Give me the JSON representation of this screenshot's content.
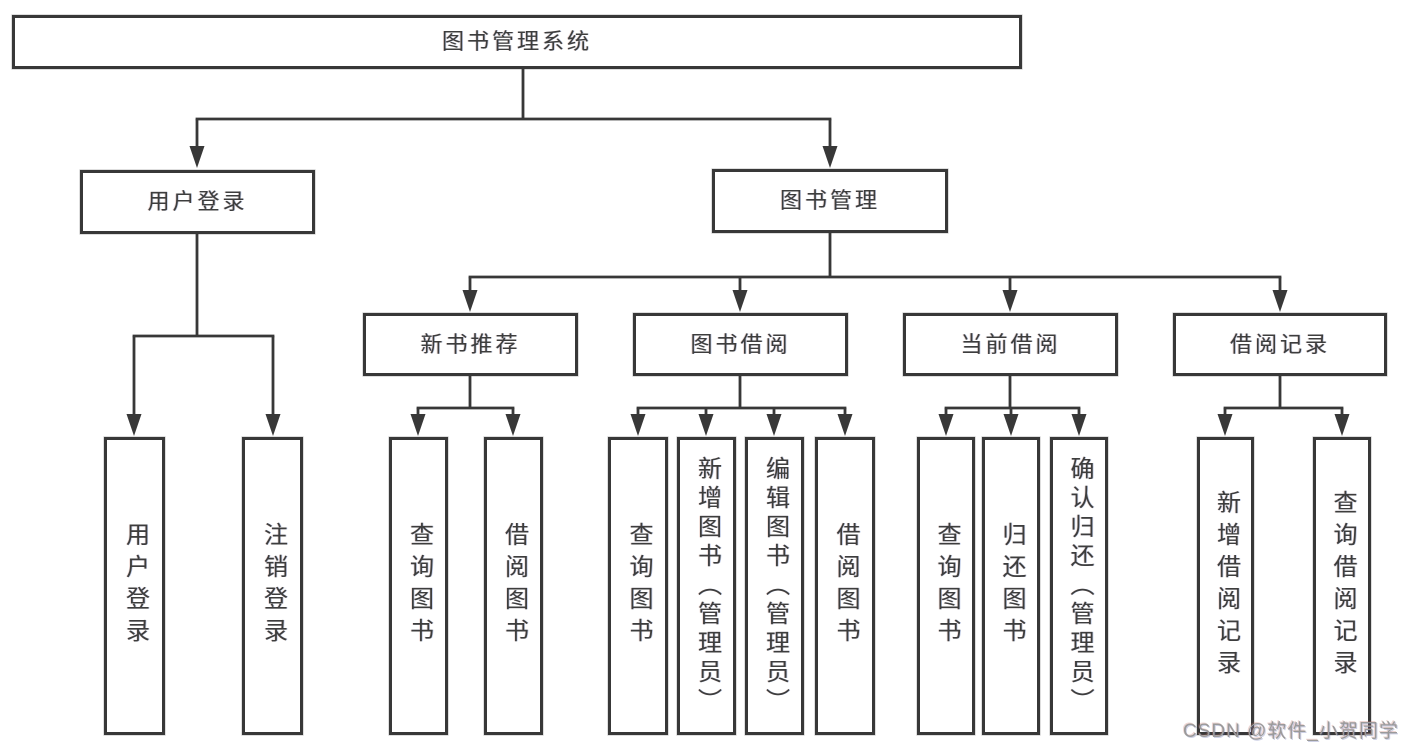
{
  "tree": {
    "root": "图书管理系统",
    "children": [
      {
        "label": "用户登录",
        "leaves": [
          "用户登录",
          "注销登录"
        ]
      },
      {
        "label": "图书管理",
        "groups": [
          {
            "label": "新书推荐",
            "leaves": [
              "查询图书",
              "借阅图书"
            ]
          },
          {
            "label": "图书借阅",
            "leaves": [
              "查询图书",
              "新增图书（管理员）",
              "编辑图书（管理员）",
              "借阅图书"
            ]
          },
          {
            "label": "当前借阅",
            "leaves": [
              "查询图书",
              "归还图书",
              "确认归还（管理员）"
            ]
          },
          {
            "label": "借阅记录",
            "leaves": [
              "新增借阅记录",
              "查询借阅记录"
            ]
          }
        ]
      }
    ]
  },
  "watermark": {
    "text": "CSDN @软件_小贺同学"
  },
  "colors": {
    "line": "#383838",
    "node_border": "#383838",
    "text": "#3d3d3d",
    "watermark": "#9a9a9a",
    "background": "#ffffff"
  }
}
